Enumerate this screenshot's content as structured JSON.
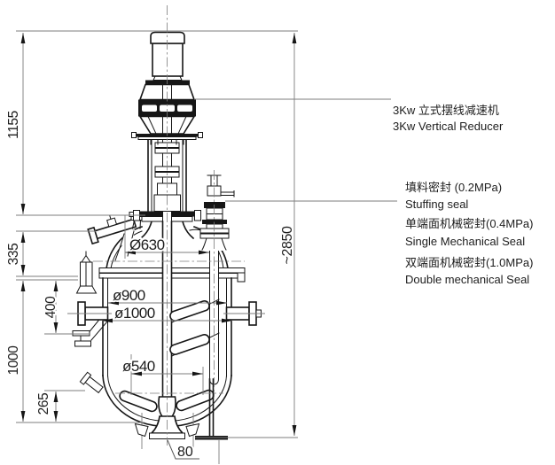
{
  "callouts": {
    "reducer_zh": "3Kw 立式摆线减速机",
    "reducer_en": "3Kw Vertical Reducer",
    "stuffing_seal_zh": "填料密封 (0.2MPa)",
    "stuffing_seal_en": "Stuffing seal",
    "single_mech_seal_zh": "单端面机械密封(0.4MPa)",
    "single_mech_seal_en": "Single Mechanical Seal",
    "double_mech_seal_zh": "双端面机械密封(1.0MPa)",
    "double_mech_seal_en": "Double mechanical Seal"
  },
  "dims": {
    "h1155": "1155",
    "h335": "335",
    "h400": "400",
    "h1000": "1000",
    "h265": "265",
    "overall": "~2850",
    "dia630": "Ø630",
    "dia900": "ø900",
    "dia1000": "ø1000",
    "dia540": "ø540",
    "bottom80": "80"
  },
  "colors": {
    "part-line": "#161616",
    "dim-line": "#7d7d7d",
    "text": "#1d1d1d",
    "bg": "#ffffff"
  }
}
